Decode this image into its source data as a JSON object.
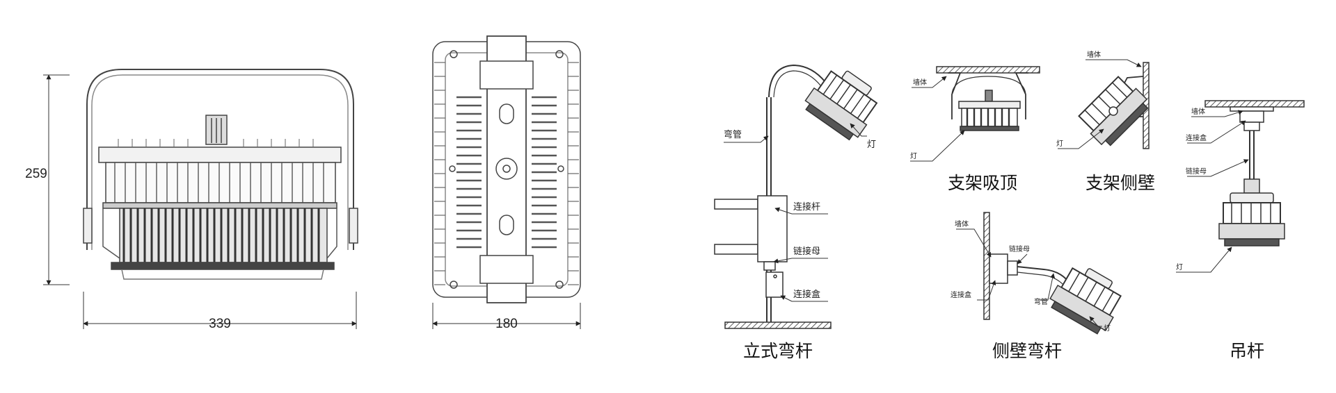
{
  "front_view": {
    "height_label": "259",
    "width_label": "339"
  },
  "side_view": {
    "width_label": "180"
  },
  "standing_pole": {
    "caption": "立式弯杆",
    "labels": {
      "bent_pipe": "弯管",
      "lamp": "灯",
      "connecting_rod": "连接杆",
      "link_nut": "链接母",
      "junction_box": "连接盒"
    }
  },
  "ceiling_bracket": {
    "caption": "支架吸顶",
    "labels": {
      "wall": "墙体",
      "lamp": "灯"
    }
  },
  "wall_bracket": {
    "caption": "支架侧壁",
    "labels": {
      "wall": "墙体",
      "lamp": "灯"
    }
  },
  "side_wall_pole": {
    "caption": "侧壁弯杆",
    "labels": {
      "wall": "墙体",
      "link_nut": "链接母",
      "junction_box": "连接盒",
      "bent_pipe": "弯管",
      "lamp": "灯"
    }
  },
  "pendant_rod": {
    "caption": "吊杆",
    "labels": {
      "wall": "墙体",
      "junction_box": "连接盒",
      "link_nut": "链接母",
      "lamp": "灯"
    }
  }
}
